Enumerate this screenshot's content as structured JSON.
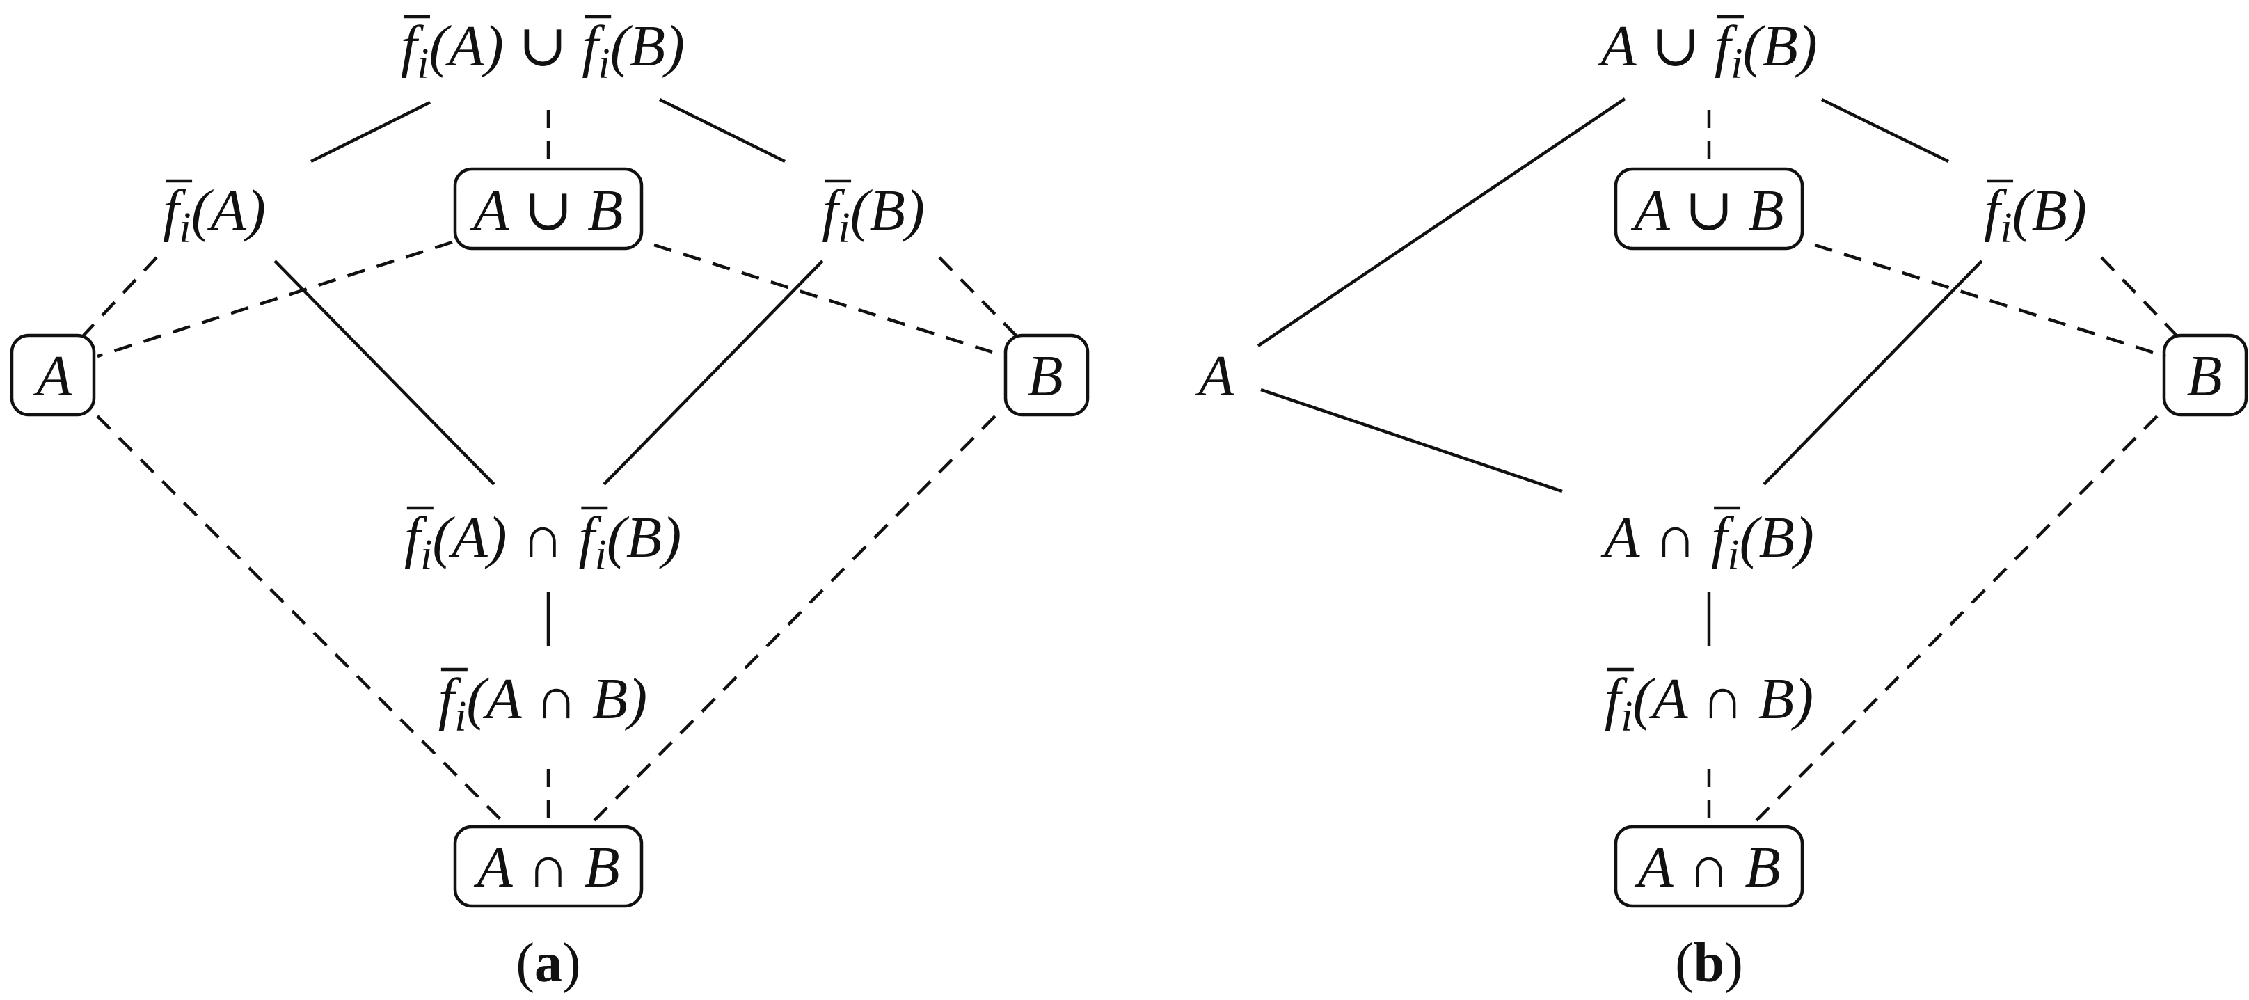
{
  "panels": [
    {
      "caption": {
        "open": "(",
        "letter": "a",
        "close": ")"
      },
      "nodes": [
        {
          "id": "top",
          "boxed": false,
          "parts": [
            {
              "t": "f",
              "bar": true
            },
            {
              "t": "i",
              "sub": true
            },
            {
              "t": "(A)"
            },
            {
              "t": " ∪ ",
              "sym": true
            },
            {
              "t": "f",
              "bar": true
            },
            {
              "t": "i",
              "sub": true
            },
            {
              "t": "(B)"
            }
          ]
        },
        {
          "id": "fA",
          "boxed": false,
          "parts": [
            {
              "t": "f",
              "bar": true
            },
            {
              "t": "i",
              "sub": true
            },
            {
              "t": "(A)"
            }
          ]
        },
        {
          "id": "AuB",
          "boxed": true,
          "parts": [
            {
              "t": "A"
            },
            {
              "t": " ∪ ",
              "sym": true
            },
            {
              "t": "B"
            }
          ]
        },
        {
          "id": "fB",
          "boxed": false,
          "parts": [
            {
              "t": "f",
              "bar": true
            },
            {
              "t": "i",
              "sub": true
            },
            {
              "t": "(B)"
            }
          ]
        },
        {
          "id": "A",
          "boxed": true,
          "parts": [
            {
              "t": "A"
            }
          ]
        },
        {
          "id": "B",
          "boxed": true,
          "parts": [
            {
              "t": "B"
            }
          ]
        },
        {
          "id": "mid",
          "boxed": false,
          "parts": [
            {
              "t": "f",
              "bar": true
            },
            {
              "t": "i",
              "sub": true
            },
            {
              "t": "(A)"
            },
            {
              "t": " ∩ ",
              "sym": true
            },
            {
              "t": "f",
              "bar": true
            },
            {
              "t": "i",
              "sub": true
            },
            {
              "t": "(B)"
            }
          ]
        },
        {
          "id": "fAnB",
          "boxed": false,
          "parts": [
            {
              "t": "f",
              "bar": true
            },
            {
              "t": "i",
              "sub": true
            },
            {
              "t": "(A "
            },
            {
              "t": "∩",
              "sym": true
            },
            {
              "t": " B)"
            }
          ]
        },
        {
          "id": "AnB",
          "boxed": true,
          "parts": [
            {
              "t": "A"
            },
            {
              "t": " ∩ ",
              "sym": true
            },
            {
              "t": "B"
            }
          ]
        }
      ]
    },
    {
      "caption": {
        "open": "(",
        "letter": "b",
        "close": ")"
      },
      "nodes": [
        {
          "id": "top",
          "boxed": false,
          "parts": [
            {
              "t": "A"
            },
            {
              "t": " ∪ ",
              "sym": true
            },
            {
              "t": "f",
              "bar": true
            },
            {
              "t": "i",
              "sub": true
            },
            {
              "t": "(B)"
            }
          ]
        },
        {
          "id": "AuB",
          "boxed": true,
          "parts": [
            {
              "t": "A"
            },
            {
              "t": " ∪ ",
              "sym": true
            },
            {
              "t": "B"
            }
          ]
        },
        {
          "id": "fB",
          "boxed": false,
          "parts": [
            {
              "t": "f",
              "bar": true
            },
            {
              "t": "i",
              "sub": true
            },
            {
              "t": "(B)"
            }
          ]
        },
        {
          "id": "A",
          "boxed": false,
          "parts": [
            {
              "t": "A"
            }
          ]
        },
        {
          "id": "B",
          "boxed": true,
          "parts": [
            {
              "t": "B"
            }
          ]
        },
        {
          "id": "mid",
          "boxed": false,
          "parts": [
            {
              "t": "A"
            },
            {
              "t": " ∩ ",
              "sym": true
            },
            {
              "t": "f",
              "bar": true
            },
            {
              "t": "i",
              "sub": true
            },
            {
              "t": "(B)"
            }
          ]
        },
        {
          "id": "fAnB",
          "boxed": false,
          "parts": [
            {
              "t": "f",
              "bar": true
            },
            {
              "t": "i",
              "sub": true
            },
            {
              "t": "(A "
            },
            {
              "t": "∩",
              "sym": true
            },
            {
              "t": " B)"
            }
          ]
        },
        {
          "id": "AnB",
          "boxed": true,
          "parts": [
            {
              "t": "A"
            },
            {
              "t": " ∩ ",
              "sym": true
            },
            {
              "t": "B"
            }
          ]
        }
      ]
    }
  ]
}
